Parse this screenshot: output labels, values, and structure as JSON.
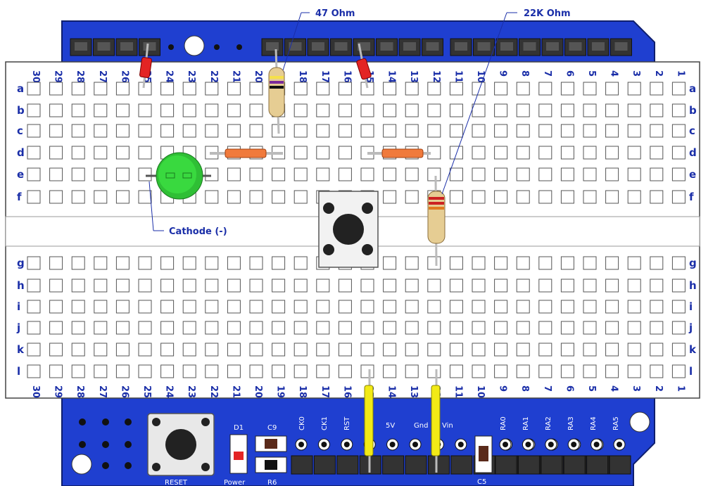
{
  "annotations": {
    "resistor_top": "47 Ohm",
    "resistor_right": "22K Ohm",
    "led_note": "Cathode (-)"
  },
  "breadboard": {
    "columns": [
      "30",
      "29",
      "28",
      "27",
      "26",
      "25",
      "24",
      "23",
      "22",
      "21",
      "20",
      "19",
      "18",
      "17",
      "16",
      "15",
      "14",
      "13",
      "12",
      "11",
      "10",
      "9",
      "8",
      "7",
      "6",
      "5",
      "4",
      "3",
      "2",
      "1"
    ],
    "rows_top": [
      "a",
      "b",
      "c",
      "d",
      "e",
      "f"
    ],
    "rows_bottom": [
      "g",
      "h",
      "i",
      "j",
      "k",
      "l"
    ]
  },
  "shield": {
    "header_labels": [
      "CK0",
      "CK1",
      "RST",
      "5V",
      "Gnd",
      "Vin",
      "RA0",
      "RA1",
      "RA2",
      "RA3",
      "RA4",
      "RA5"
    ],
    "reset_label": "RESET",
    "d1_label": "D1",
    "c9_label": "C9",
    "power_label": "Power",
    "r6_label": "R6",
    "c5_label": "C5"
  },
  "colors": {
    "board_blue": "#1f3fd0",
    "board_dark": "#0f1f6e",
    "breadboard_bg": "#ffffff",
    "hole_border": "#555555",
    "label_blue": "#1a2ea8",
    "led_green": "#39d93f",
    "jumper_orange": "#f07a3c",
    "jumper_yellow": "#f2ea16",
    "diode_red": "#e32424",
    "resistor_tan": "#e6cd93"
  }
}
